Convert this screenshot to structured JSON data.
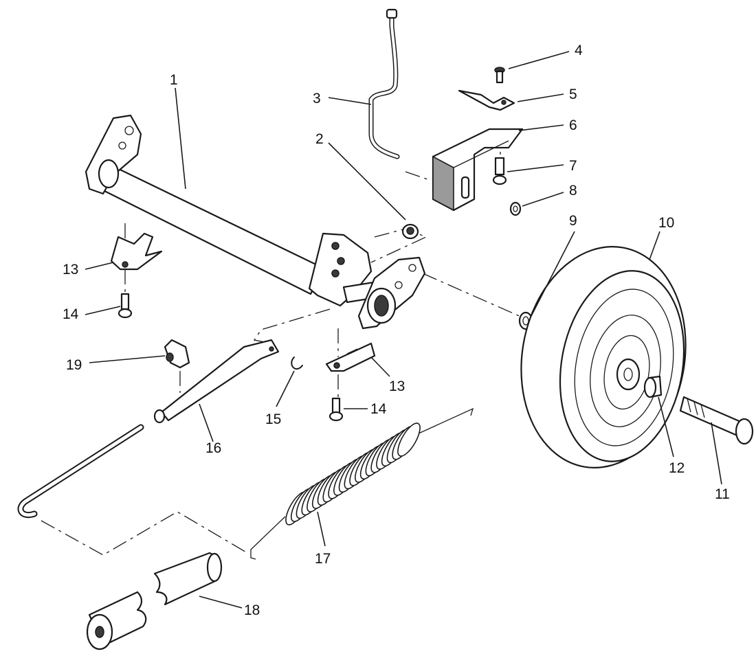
{
  "callouts": [
    {
      "id": "1",
      "label": "1"
    },
    {
      "id": "2",
      "label": "2"
    },
    {
      "id": "3",
      "label": "3"
    },
    {
      "id": "4",
      "label": "4"
    },
    {
      "id": "5",
      "label": "5"
    },
    {
      "id": "6",
      "label": "6"
    },
    {
      "id": "7",
      "label": "7"
    },
    {
      "id": "8",
      "label": "8"
    },
    {
      "id": "9",
      "label": "9"
    },
    {
      "id": "10",
      "label": "10"
    },
    {
      "id": "11",
      "label": "11"
    },
    {
      "id": "12",
      "label": "12"
    },
    {
      "id": "13a",
      "label": "13"
    },
    {
      "id": "13b",
      "label": "13"
    },
    {
      "id": "14a",
      "label": "14"
    },
    {
      "id": "14b",
      "label": "14"
    },
    {
      "id": "15",
      "label": "15"
    },
    {
      "id": "16",
      "label": "16"
    },
    {
      "id": "17",
      "label": "17"
    },
    {
      "id": "18",
      "label": "18"
    },
    {
      "id": "19",
      "label": "19"
    }
  ]
}
